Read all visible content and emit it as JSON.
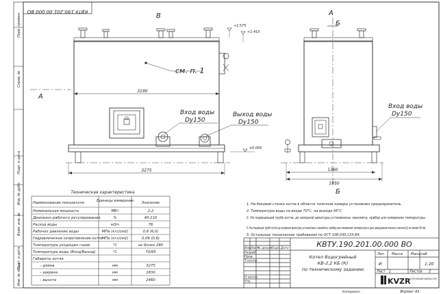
{
  "frame": {
    "stamp_top": "КВТУ.190.201.00.000 ВО",
    "margin_labels": [
      "Перв. примен.",
      "Справ. №",
      "Подп. и дата",
      "Инв. № дубл.",
      "Взам. инв. №",
      "Подп. и дата",
      "Инв. № подл."
    ]
  },
  "front_view": {
    "label": "В",
    "section_mark": "А",
    "elev_top_1": "+2.575",
    "elev_top_2": "+2.410",
    "elev_zero": "±0.000",
    "note": "см. п. 1",
    "dim_inner": "3190",
    "dim_total": "3275",
    "water_in": "Вход воды",
    "water_in_dn": "Dy150",
    "water_out": "Выход воды",
    "water_out_dn": "Dy150"
  },
  "side_view": {
    "label_a": "А",
    "label_b": "Б",
    "label_b_bottom": "Б",
    "water_in": "Вход воды",
    "water_in_dn": "Dy150",
    "dim_1": "1360",
    "dim_2": "1950"
  },
  "spec_table": {
    "title": "Техническая характеристика",
    "headers": [
      "Наименование показателя",
      "Единицы измерения",
      "Значение"
    ],
    "rows": [
      [
        "Номинальная мощность",
        "МВт",
        "2,2"
      ],
      [
        "Диапазон рабочего регулирования",
        "%",
        "40-110"
      ],
      [
        "Расход воды",
        "м3/ч",
        "76"
      ],
      [
        "Рабочее давление воды",
        "МПа (кгс/см2)",
        "0,6 (6,0)"
      ],
      [
        "Гидравлическое сопротивление котла",
        "МПа (кгс/см2)",
        "0,06 (0,6)"
      ],
      [
        "Температура уходящих газов",
        "°С",
        "не более 280"
      ],
      [
        "Температура воды (Вход/Выход)",
        "°С",
        "70/95"
      ],
      [
        "Габариты котла",
        "",
        ""
      ],
      [
        "– длина",
        "мм",
        "3275"
      ],
      [
        "– ширина",
        "мм",
        "1830"
      ],
      [
        "– высота",
        "мм",
        "2460"
      ]
    ]
  },
  "notes": [
    "1. На боковой стенке котла в области топочной камеры установлен предохранитель",
    "2. Температура воды на входе 70°С, на выходе 95°С",
    "3. На подводящей трубе котла, до запорной арматуры установлены: манометр, прибор для измерения температуры.",
    "4. На отводящей трубе котла до запорной арматуры установлены: манометр, прибор для измерения температуры и два предохранительных клапана Dy не менее 40 мм.",
    "5. Остальные технические требования по ОСТ 108.030.133-84."
  ],
  "title_block": {
    "code": "КВТУ.190.201.00.000 ВО",
    "name_1": "Котел Водогрейный",
    "name_2": "КВ-2,2 КБ (К)",
    "name_3": "по техническому заданию",
    "col_lit": "Лит.",
    "col_mass": "Масса",
    "col_scale": "Масштаб",
    "lit_value": "И",
    "scale_value": "1:20",
    "sheet_label": "Лист",
    "sheet_no": "1",
    "sheets_label": "Листов",
    "sheets_no": "2",
    "changes_headers": [
      "Изм.",
      "Лист",
      "№ докум.",
      "Подп.",
      "Дата"
    ],
    "roles": [
      "Разраб.",
      "Пров.",
      "Т.контр.",
      "",
      "Н.контр.",
      "Утв."
    ],
    "logo": "KVZR",
    "logo_sub": "КОТЕЛЬНЫЙ ЗАВОД ЗЭП",
    "copied": "Копировал",
    "format": "Формат   А3"
  }
}
